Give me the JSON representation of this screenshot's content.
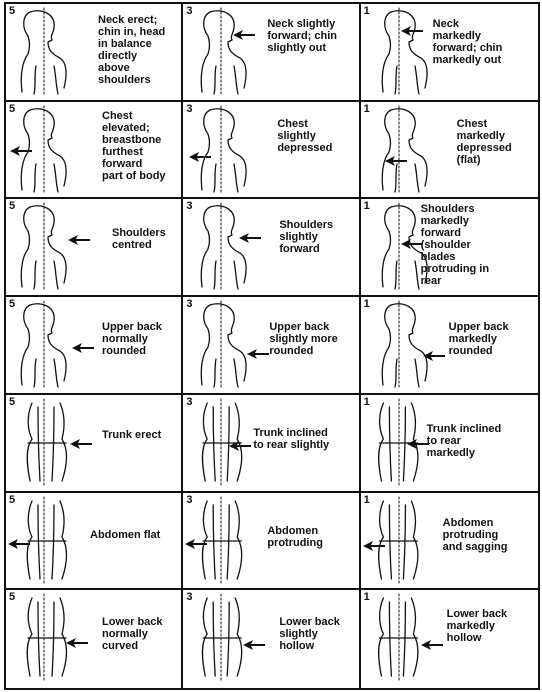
{
  "rows": [
    {
      "topic": "neck",
      "cells": [
        {
          "score": "5",
          "text": "Neck erect;\nchin in, head\nin balance\ndirectly\nabove\nshoulders"
        },
        {
          "score": "3",
          "text": "Neck slightly\nforward; chin\nslightly out"
        },
        {
          "score": "1",
          "text": "Neck\nmarkedly\nforward; chin\nmarkedly out"
        }
      ]
    },
    {
      "topic": "chest",
      "cells": [
        {
          "score": "5",
          "text": "Chest elevated;\nbreastbone\nfurthest forward\npart of body"
        },
        {
          "score": "3",
          "text": "Chest\nslightly\ndepressed"
        },
        {
          "score": "1",
          "text": "Chest\nmarkedly\ndepressed\n(flat)"
        }
      ]
    },
    {
      "topic": "shoulders",
      "cells": [
        {
          "score": "5",
          "text": "Shoulders\ncentred"
        },
        {
          "score": "3",
          "text": "Shoulders\nslightly\nforward"
        },
        {
          "score": "1",
          "text": "Shoulders\nmarkedly\nforward\n(shoulder\nblades\nprotruding in\nrear"
        }
      ]
    },
    {
      "topic": "upper-back",
      "cells": [
        {
          "score": "5",
          "text": "Upper back\nnormally\nrounded"
        },
        {
          "score": "3",
          "text": "Upper back\nslightly more\nrounded"
        },
        {
          "score": "1",
          "text": "Upper back\nmarkedly\nrounded"
        }
      ]
    },
    {
      "topic": "trunk",
      "cells": [
        {
          "score": "5",
          "text": "Trunk erect"
        },
        {
          "score": "3",
          "text": "Trunk inclined\nto rear slightly"
        },
        {
          "score": "1",
          "text": "Trunk inclined\nto rear\nmarkedly"
        }
      ]
    },
    {
      "topic": "abdomen",
      "cells": [
        {
          "score": "5",
          "text": "Abdomen flat"
        },
        {
          "score": "3",
          "text": "Abdomen\nprotruding"
        },
        {
          "score": "1",
          "text": "Abdomen\nprotruding\nand sagging"
        }
      ]
    },
    {
      "topic": "lower-back",
      "cells": [
        {
          "score": "5",
          "text": "Lower back\nnormally\ncurved"
        },
        {
          "score": "3",
          "text": "Lower back\nslightly\nhollow"
        },
        {
          "score": "1",
          "text": "Lower back\nmarkedly\nhollow"
        }
      ]
    }
  ]
}
